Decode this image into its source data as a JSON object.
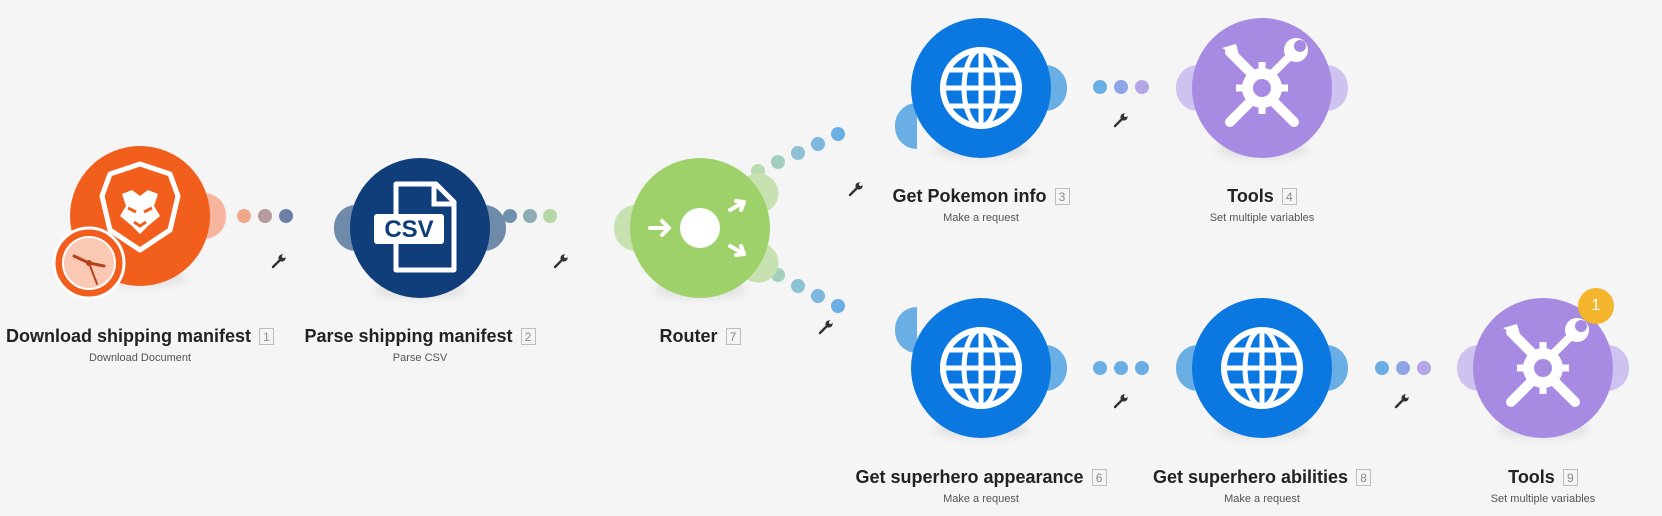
{
  "scenario": {
    "modules": [
      {
        "title": "Download shipping manifest",
        "number": "1",
        "subtitle": "Download Document",
        "icon": "lion-logo-with-clock-icon",
        "color": "#f25f1d"
      },
      {
        "title": "Parse shipping manifest",
        "number": "2",
        "subtitle": "Parse CSV",
        "icon": "csv-file-icon",
        "color": "#0f3e7a"
      },
      {
        "title": "Router",
        "number": "7",
        "subtitle": "",
        "icon": "router-icon",
        "color": "#9fd16a"
      },
      {
        "title": "Get Pokemon info",
        "number": "3",
        "subtitle": "Make a request",
        "icon": "globe-icon",
        "color": "#0a78e0"
      },
      {
        "title": "Tools",
        "number": "4",
        "subtitle": "Set multiple variables",
        "icon": "tools-icon",
        "color": "#a78be2"
      },
      {
        "title": "Get superhero appearance",
        "number": "6",
        "subtitle": "Make a request",
        "icon": "globe-icon",
        "color": "#0a78e0"
      },
      {
        "title": "Get superhero abilities",
        "number": "8",
        "subtitle": "Make a request",
        "icon": "globe-icon",
        "color": "#0a78e0"
      },
      {
        "title": "Tools",
        "number": "9",
        "subtitle": "Set multiple variables",
        "icon": "tools-icon",
        "color": "#a78be2"
      }
    ],
    "badge": "1",
    "connection_icon": "wrench-icon"
  }
}
